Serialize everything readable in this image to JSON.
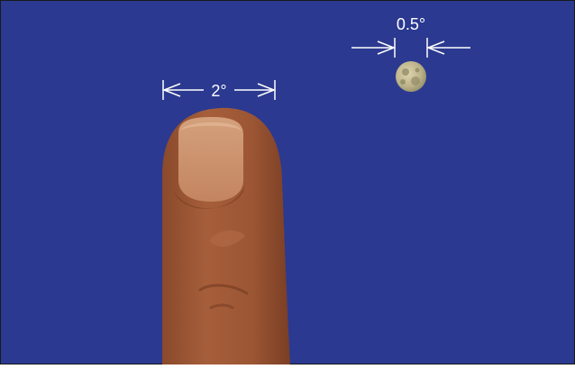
{
  "labels": {
    "thumb_angle": "2°",
    "moon_angle": "0.5°"
  },
  "colors": {
    "sky": "#2B3990",
    "border": "#1a1a1a",
    "arrow": "#ffffff",
    "skin": "#A05A38",
    "skin_dark": "#7E4128",
    "skin_light": "#B8714A",
    "nail": "#C98E66",
    "nail_highlight": "#D9A582",
    "moon": "#C8BE96",
    "moon_shadow": "#7C7A55"
  },
  "icons": {
    "thumb": "thumb-illustration",
    "moon": "moon-illustration"
  }
}
